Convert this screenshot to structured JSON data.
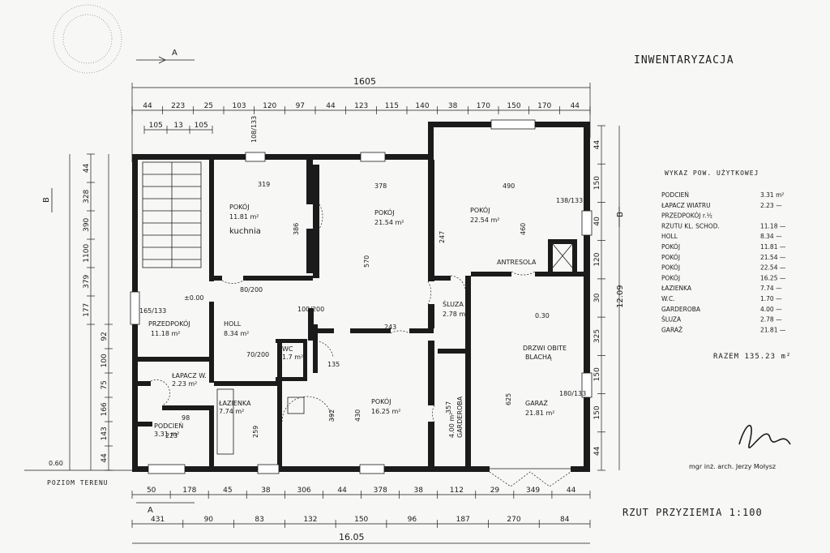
{
  "title": "INWENTARYZACJA",
  "subtitle": "RZUT PRZYZIEMIA 1:100",
  "terrain_label": "POZIOM TERENU",
  "section_marker": "A",
  "section_b": "B",
  "level_zero": "±0.00",
  "level_low": "0.60",
  "level_garage": "0.30",
  "antresola": "ANTRESOLA",
  "doors_note_1": "DRZWI OBITE",
  "doors_note_2": "BLACHĄ",
  "kitchen_note": "kuchnia",
  "signature_name": "mgr inż. arch. Jerzy Mołysz",
  "dims": {
    "total_top": "1605",
    "top_row": [
      "44",
      "223",
      "25",
      "103",
      "120",
      "97",
      "44",
      "123",
      "115",
      "140",
      "38",
      "170",
      "150",
      "170",
      "44"
    ],
    "upper_left": [
      "105",
      "13",
      "105"
    ],
    "bottom_row_1": [
      "50",
      "178",
      "45",
      "38",
      "306",
      "44",
      "378",
      "38",
      "112",
      "29",
      "349",
      "44"
    ],
    "bottom_row_2": [
      "431",
      "90",
      "83",
      "132",
      "150",
      "96",
      "187",
      "270",
      "84"
    ],
    "total_bottom": "16.05",
    "left_outer": [
      "44",
      "328",
      "390",
      "1100",
      "379",
      "177",
      "92",
      "100",
      "75",
      "166",
      "143",
      "44"
    ],
    "right_outer": [
      "44",
      "150",
      "40",
      "120",
      "30",
      "325",
      "150",
      "150",
      "44",
      "12.09"
    ]
  },
  "rooms": [
    {
      "name": "POKÓJ",
      "area": "11.81 m²"
    },
    {
      "name": "POKÓJ",
      "area": "21.54 m²"
    },
    {
      "name": "POKÓJ",
      "area": "22.54 m²"
    },
    {
      "name": "PRZEDPOKÓJ",
      "area": "11.18 m²"
    },
    {
      "name": "HOLL",
      "area": "8.34 m²"
    },
    {
      "name": "WC",
      "area": "1.7 m²"
    },
    {
      "name": "ŁAPACZ W.",
      "area": "2.23 m²"
    },
    {
      "name": "ŁAZIENKA",
      "area": "7.74 m²"
    },
    {
      "name": "PODCIEŃ",
      "area": "3.31 m²"
    },
    {
      "name": "POKÓJ",
      "area": "16.25 m²"
    },
    {
      "name": "ŚLUZA",
      "area": "2.78 m²"
    },
    {
      "name": "GARDEROBA",
      "area": "4.00 m²"
    },
    {
      "name": "GARAŻ",
      "area": "21.81 m²"
    }
  ],
  "inner_dims": [
    "319",
    "378",
    "490",
    "386",
    "570",
    "247",
    "460",
    "100/200",
    "80/200",
    "138/133",
    "180/133",
    "165/133",
    "108/133",
    "243",
    "135",
    "392",
    "430",
    "357",
    "625",
    "259",
    "223",
    "98",
    "70/200"
  ],
  "schedule": {
    "heading": "WYKAZ POW. UŻYTKOWEJ",
    "items": [
      {
        "label": "PODCIEŃ",
        "value": "3.31 m²"
      },
      {
        "label": "ŁAPACZ WIATRU",
        "value": "2.23 —"
      },
      {
        "label": "PRZEDPOKÓJ r.½",
        "value": ""
      },
      {
        "label": "RZUTU KL. SCHOD.",
        "value": "11.18 —"
      },
      {
        "label": "HOLL",
        "value": "8.34 —"
      },
      {
        "label": "POKÓJ",
        "value": "11.81 —"
      },
      {
        "label": "POKÓJ",
        "value": "21.54 —"
      },
      {
        "label": "POKÓJ",
        "value": "22.54 —"
      },
      {
        "label": "POKÓJ",
        "value": "16.25 —"
      },
      {
        "label": "ŁAZIENKA",
        "value": "7.74 —"
      },
      {
        "label": "W.C.",
        "value": "1.70 —"
      },
      {
        "label": "GARDEROBA",
        "value": "4.00 —"
      },
      {
        "label": "ŚLUZA",
        "value": "2.78 —"
      },
      {
        "label": "GARAŻ",
        "value": "21.81 —"
      }
    ],
    "total": "RAZEM 135.23 m²"
  }
}
